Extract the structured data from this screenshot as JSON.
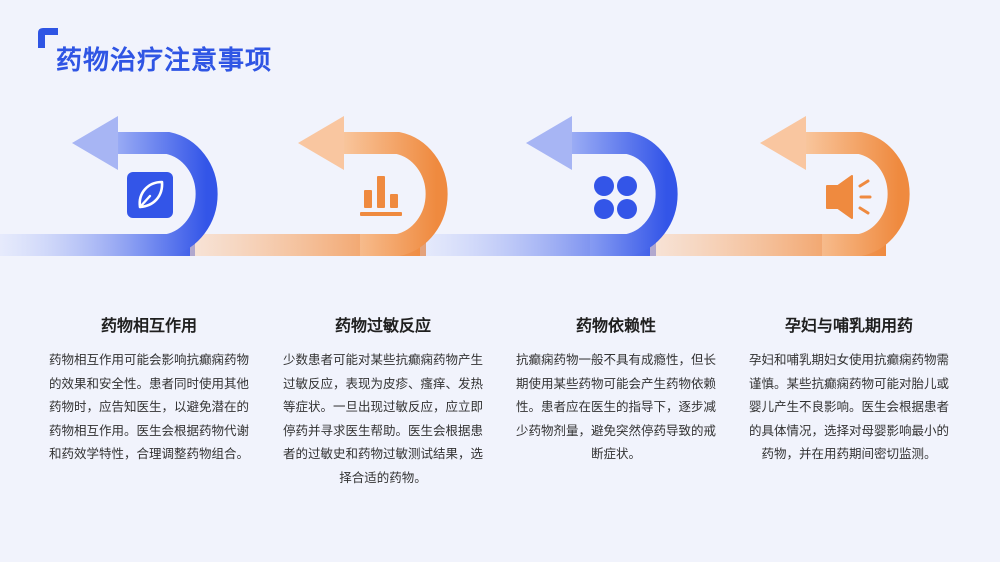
{
  "page": {
    "title": "药物治疗注意事项"
  },
  "colors": {
    "blue": "#3355e8",
    "orange": "#ef8a3f",
    "title_blue": "#2f55e4"
  },
  "steps": [
    {
      "icon": "leaf-icon",
      "color": "blue",
      "title": "药物相互作用",
      "body": "药物相互作用可能会影响抗癫痫药物的效果和安全性。患者同时使用其他药物时，应告知医生，以避免潜在的药物相互作用。医生会根据药物代谢和药效学特性，合理调整药物组合。"
    },
    {
      "icon": "bar-chart-icon",
      "color": "orange",
      "title": "药物过敏反应",
      "body": "少数患者可能对某些抗癫痫药物产生过敏反应，表现为皮疹、瘙痒、发热等症状。一旦出现过敏反应，应立即停药并寻求医生帮助。医生会根据患者的过敏史和药物过敏测试结果，选择合适的药物。"
    },
    {
      "icon": "four-dots-icon",
      "color": "blue",
      "title": "药物依赖性",
      "body": "抗癫痫药物一般不具有成瘾性，但长期使用某些药物可能会产生药物依赖性。患者应在医生的指导下，逐步减少药物剂量，避免突然停药导致的戒断症状。"
    },
    {
      "icon": "speaker-icon",
      "color": "orange",
      "title": "孕妇与哺乳期用药",
      "body": "孕妇和哺乳期妇女使用抗癫痫药物需谨慎。某些抗癫痫药物可能对胎儿或婴儿产生不良影响。医生会根据患者的具体情况，选择对母婴影响最小的药物，并在用药期间密切监测。"
    }
  ]
}
